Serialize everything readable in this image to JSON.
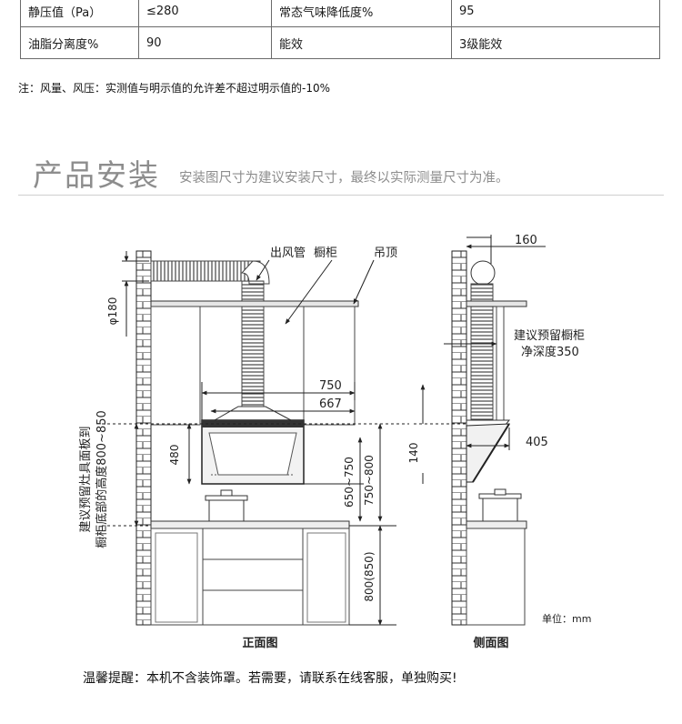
{
  "spec_table": {
    "rows": [
      [
        "静压值（Pa）",
        "≤280",
        "常态气味降低度%",
        "95"
      ],
      [
        "油脂分离度%",
        "90",
        "能效",
        "3级能效"
      ]
    ]
  },
  "note": "注：风量、风压：实测值与明示值的允许差不超过明示值的-10%",
  "install": {
    "title": "产品安装",
    "subtitle": "安装图尺寸为建议安装尺寸，最终以实际测量尺寸为准。"
  },
  "diagram": {
    "labels": {
      "duct": "出风管",
      "cabinet": "橱柜",
      "ceiling": "吊顶",
      "phi180": "φ180",
      "w750": "750",
      "w667": "667",
      "h480": "480",
      "h650_750": "650~750",
      "h750_800": "750~800",
      "h800_850": "800(850)",
      "reserve_line1": "建议预留灶具面板到",
      "reserve_line2": "橱柜底部的高度800~850",
      "side_160": "160",
      "side_depth1": "建议预留橱柜",
      "side_depth2": "净深度350",
      "side_405": "405",
      "side_140": "140",
      "unit": "单位：mm",
      "front_caption": "正面图",
      "side_caption": "侧面图"
    }
  },
  "warm_tip": "温馨提醒：本机不含装饰罩。若需要，请联系在线客服，单独购买!"
}
